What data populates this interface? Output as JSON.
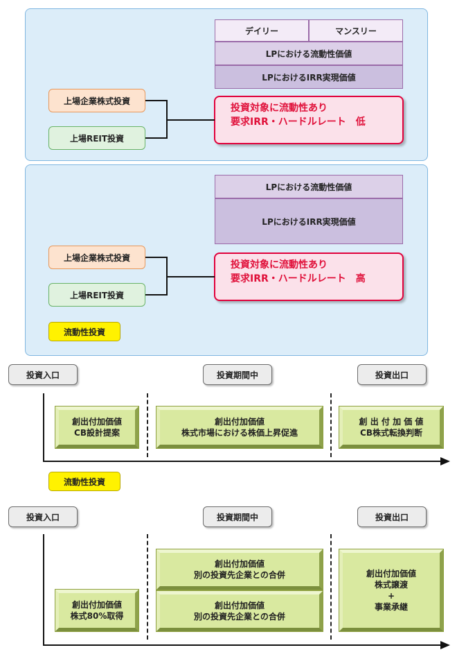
{
  "panel1": {
    "header_daily": "デイリー",
    "header_monthly": "マンスリー",
    "row_liquidity": "LPにおける流動性価値",
    "row_irr": "LPにおけるIRR実現価値",
    "listed_equity": "上場企業株式投資",
    "listed_reit": "上場REIT投資",
    "note_line1": "投資対象に流動性あり",
    "note_line2": "要求IRR・ハードルレート　低"
  },
  "panel2": {
    "row_liquidity": "LPにおける流動性価値",
    "row_irr": "LPにおけるIRR実現価値",
    "listed_equity": "上場企業株式投資",
    "listed_reit": "上場REIT投資",
    "note_line1": "投資対象に流動性あり",
    "note_line2": "要求IRR・ハードルレート　高",
    "tag": "流動性投資"
  },
  "timeline1": {
    "stage_entry": "投資入口",
    "stage_mid": "投資期間中",
    "stage_exit": "投資出口",
    "box1": [
      "創出付加価値",
      "CB設計提案"
    ],
    "box2": [
      "創出付加価値",
      "株式市場における株価上昇促進"
    ],
    "box3": [
      "創 出 付 加 価 値",
      "CB株式転換判断"
    ]
  },
  "tag2": "流動性投資",
  "timeline2": {
    "stage_entry": "投資入口",
    "stage_mid": "投資期間中",
    "stage_exit": "投資出口",
    "box1": [
      "創出付加価値",
      "株式80%取得"
    ],
    "box2a": [
      "創出付加価値",
      "別の投資先企業との合併"
    ],
    "box2b": [
      "創出付加価値",
      "別の投資先企業との合併"
    ],
    "box3": [
      "創出付加価値",
      "株式譲渡",
      "+",
      "事業承継"
    ]
  }
}
